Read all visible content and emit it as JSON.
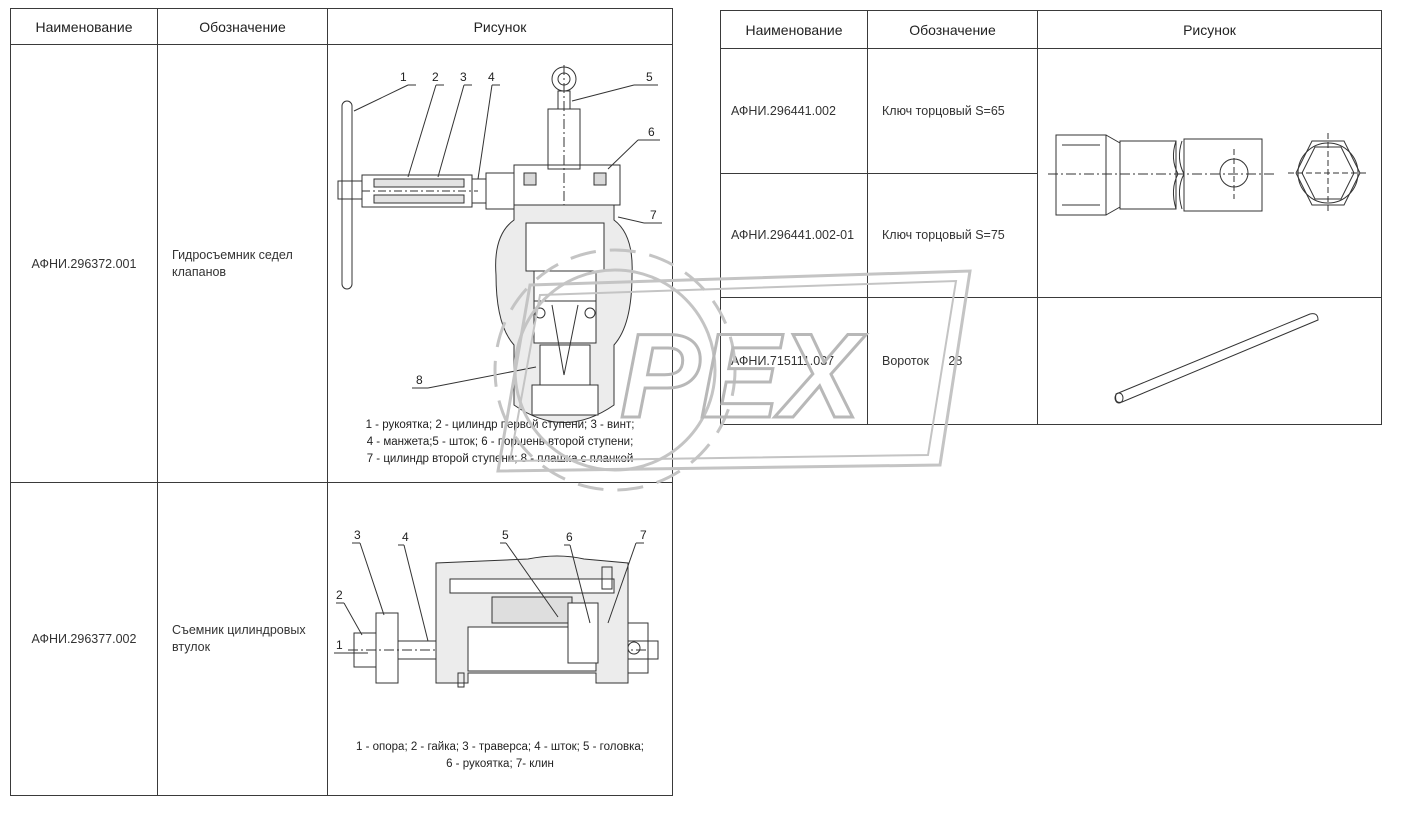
{
  "headers": {
    "name": "Наименование",
    "designation": "Обозначение",
    "picture": "Рисунок"
  },
  "left_rows": [
    {
      "code": "АФНИ.296372.001",
      "name": "Гидросъемник седел клапанов",
      "callouts": [
        "1",
        "2",
        "3",
        "4",
        "5",
        "6",
        "7",
        "8"
      ],
      "caption": [
        "1 - рукоятка; 2 - цилиндр первой ступени; 3 - винт;",
        "4 - манжета;5 - шток; 6 - поршень второй ступени;",
        "7 - цилиндр второй ступени; 8 - плашка с планкой"
      ]
    },
    {
      "code": "АФНИ.296377.002",
      "name": "Съемник цилиндровых втулок",
      "callouts": [
        "1",
        "2",
        "3",
        "4",
        "5",
        "6",
        "7"
      ],
      "caption": [
        "1 - опора; 2 - гайка; 3 - траверса; 4 - шток; 5 - головка;",
        "6 - рукоятка; 7- клин"
      ]
    }
  ],
  "right_rows": [
    {
      "code": "АФНИ.296441.002",
      "name": "Ключ торцовый S=65"
    },
    {
      "code": "АФНИ.296441.002-01",
      "name": "Ключ торцовый S=75"
    },
    {
      "code": "АФНИ.715111.037",
      "name": "Вороток",
      "extra": "28"
    }
  ],
  "watermark": {
    "text": "PEX",
    "color": "#bdbdbd"
  }
}
